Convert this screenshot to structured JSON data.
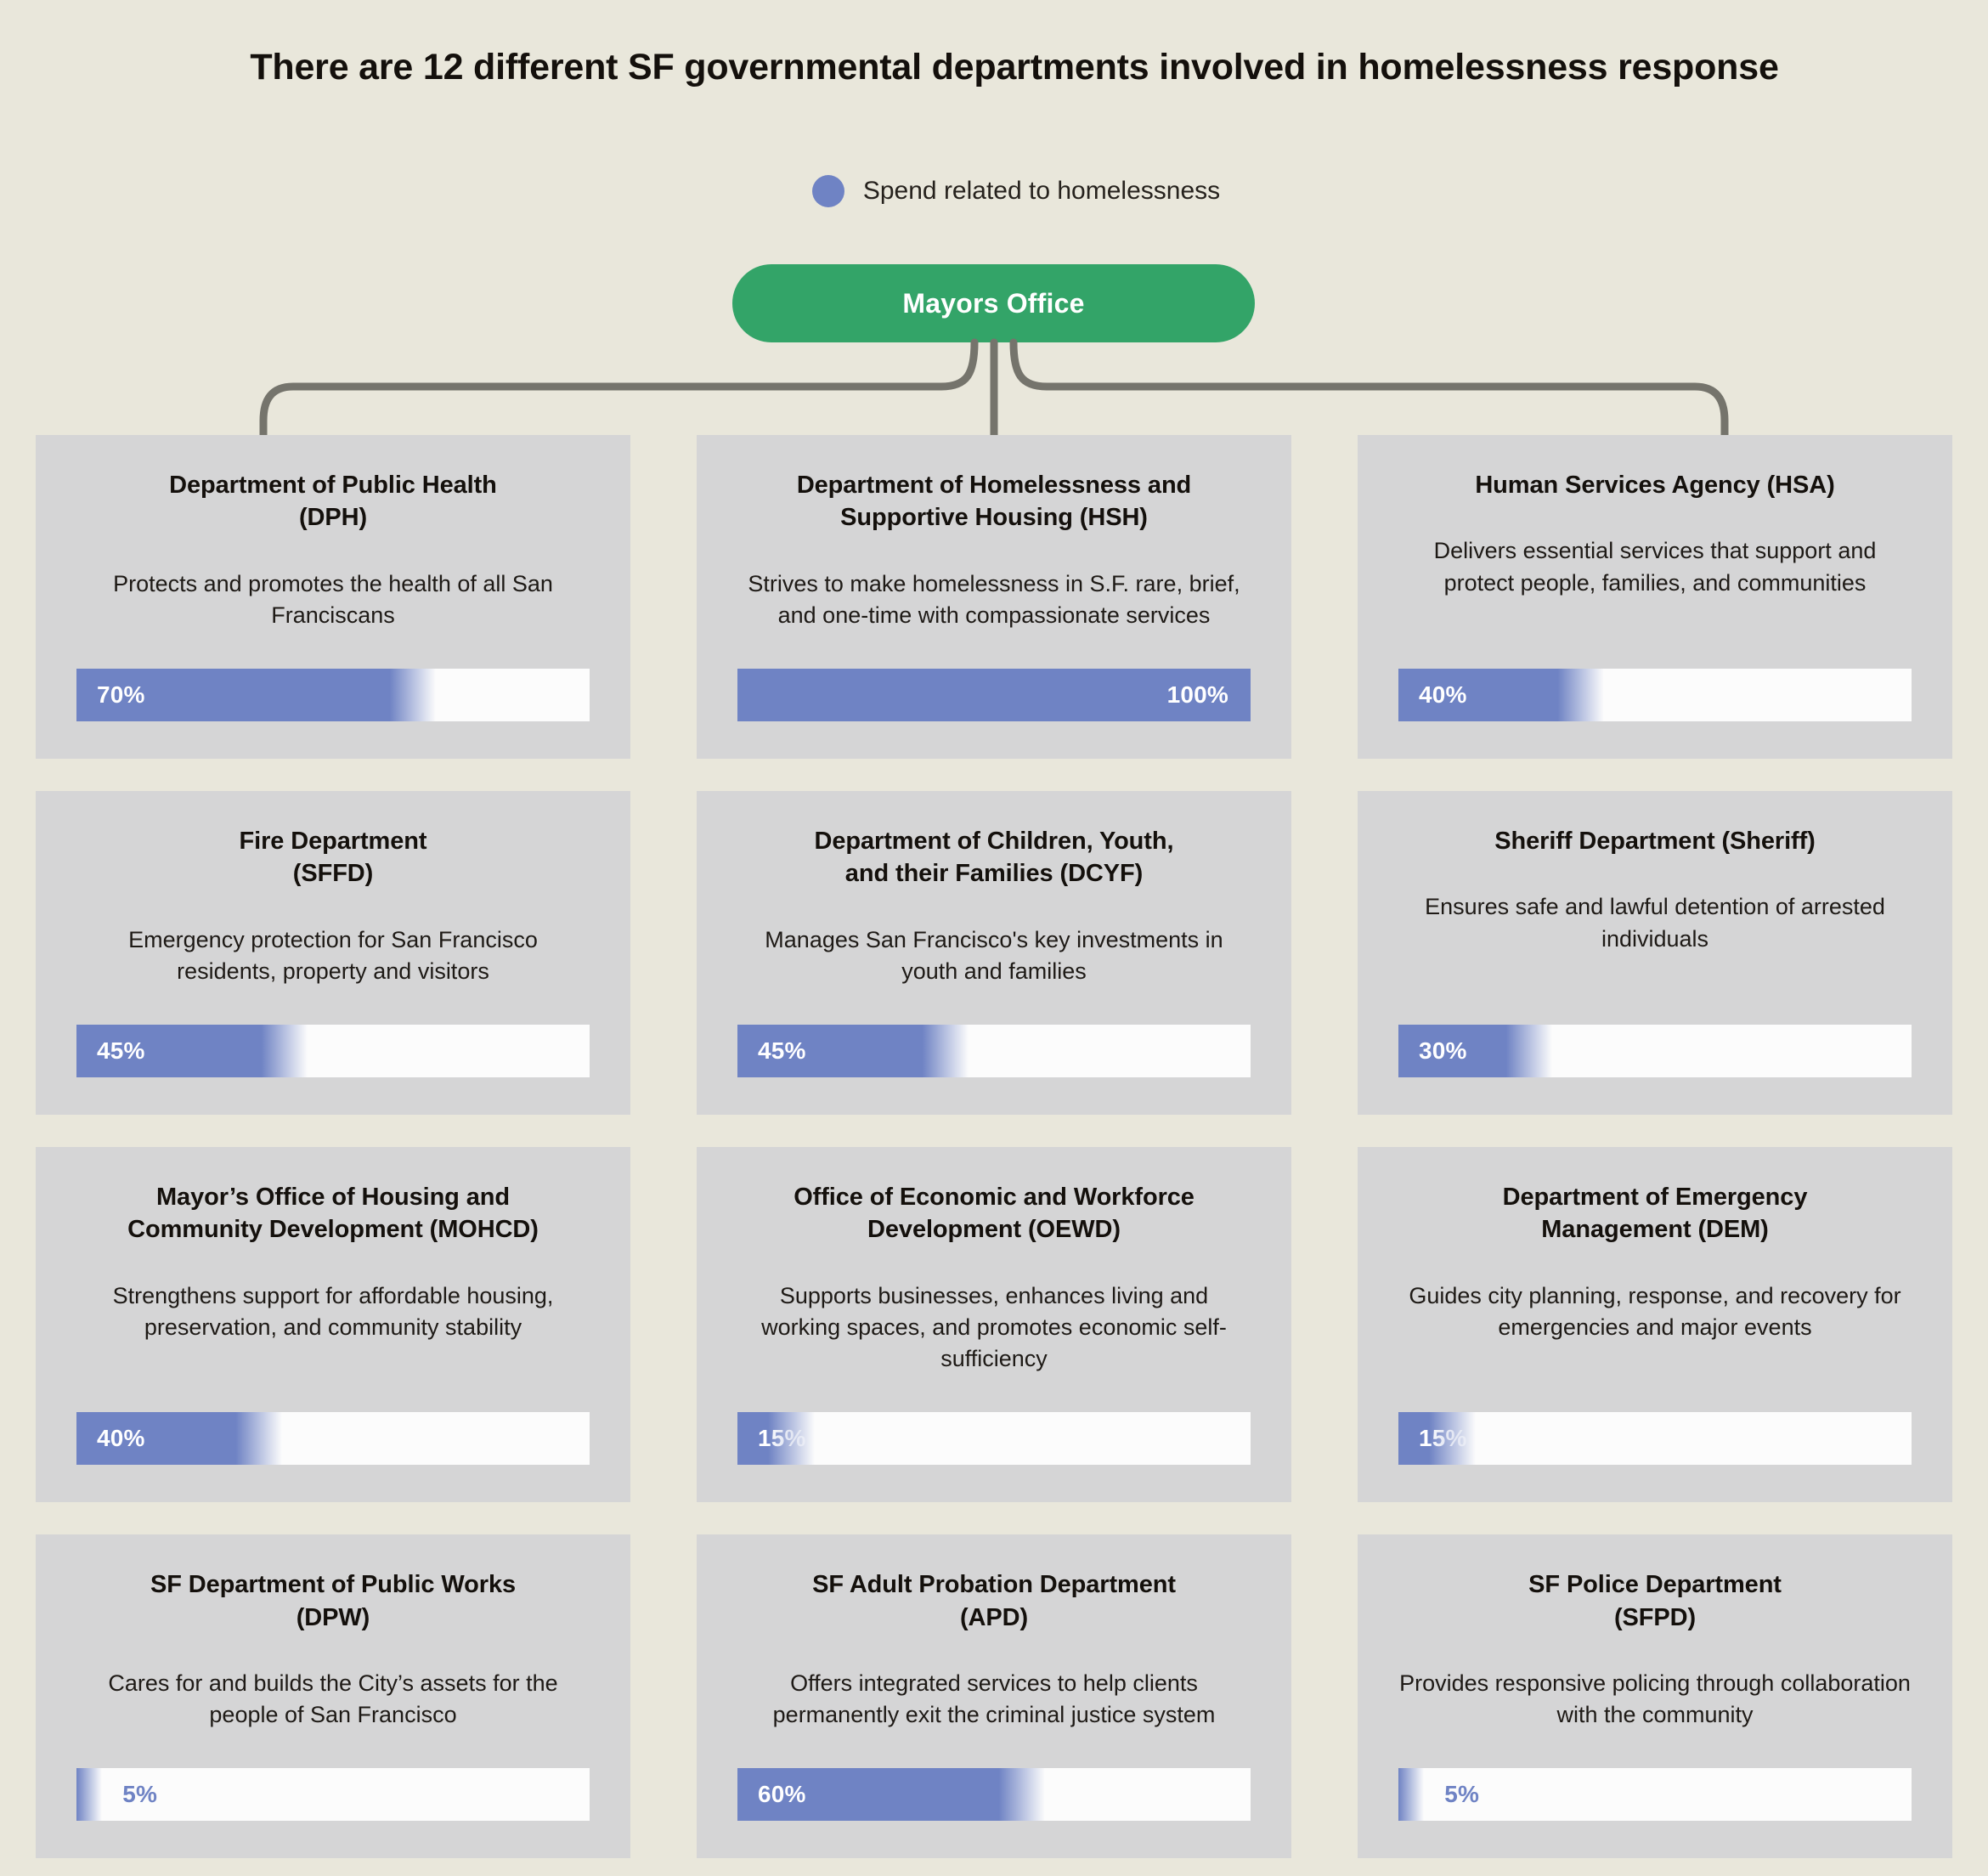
{
  "page": {
    "title": "There are 12 different SF governmental departments involved in homelessness response",
    "background_color": "#e9e7db"
  },
  "legend": {
    "dot_color": "#6f83c4",
    "label": "Spend related to homelessness",
    "icon": "legend-dot-icon"
  },
  "root_node": {
    "label": "Mayors Office",
    "color": "#33a468",
    "text_color": "#ffffff"
  },
  "colors": {
    "bar_fill": "#6f83c4",
    "bar_track": "#fcfcfc",
    "card_bg": "#d5d5d6",
    "connector": "#75746c",
    "text": "#14100c"
  },
  "chart_data": {
    "type": "bar",
    "title": "There are 12 different SF governmental departments involved in homelessness response",
    "series_name": "Spend related to homelessness",
    "unit": "%",
    "xlim": [
      0,
      100
    ],
    "categories": [
      "Department of Public Health (DPH)",
      "Department of Homelessness and Supportive Housing (HSH)",
      "Human Services Agency (HSA)",
      "Fire Department (SFFD)",
      "Department of Children, Youth, and their Families (DCYF)",
      "Sheriff Department (Sheriff)",
      "Mayor’s Office of Housing and Community Development (MOHCD)",
      "Office of Economic and Workforce Development (OEWD)",
      "Department of Emergency Management (DEM)",
      "SF Department of Public Works (DPW)",
      "SF Adult Probation Department (APD)",
      "SF Police Department (SFPD)"
    ],
    "values": [
      70,
      100,
      40,
      45,
      45,
      30,
      40,
      15,
      15,
      5,
      60,
      5
    ]
  },
  "cards": [
    {
      "title_line1": "Department of Public Health",
      "title_line2": "(DPH)",
      "description": "Protects and promotes the health of all San Franciscans",
      "value": 70,
      "value_label": "70%"
    },
    {
      "title_line1": "Department of Homelessness and",
      "title_line2": "Supportive Housing (HSH)",
      "description": "Strives to make homelessness in S.F. rare, brief, and one-time with compassionate services",
      "value": 100,
      "value_label": "100%"
    },
    {
      "title_line1": "Human Services Agency (HSA)",
      "title_line2": "",
      "description": "Delivers essential services that support and protect people, families, and communities",
      "value": 40,
      "value_label": "40%"
    },
    {
      "title_line1": "Fire Department",
      "title_line2": "(SFFD)",
      "description": "Emergency protection for San Francisco residents, property and visitors",
      "value": 45,
      "value_label": "45%"
    },
    {
      "title_line1": "Department of Children, Youth,",
      "title_line2": "and their Families (DCYF)",
      "description": "Manages San Francisco's key investments in youth and families",
      "value": 45,
      "value_label": "45%"
    },
    {
      "title_line1": "Sheriff Department (Sheriff)",
      "title_line2": "",
      "description": "Ensures safe and lawful detention of arrested individuals",
      "value": 30,
      "value_label": "30%"
    },
    {
      "title_line1": "Mayor’s Office of Housing and",
      "title_line2": "Community Development (MOHCD)",
      "description": "Strengthens support for affordable housing, preservation, and community stability",
      "value": 40,
      "value_label": "40%"
    },
    {
      "title_line1": "Office of Economic and Workforce",
      "title_line2": "Development (OEWD)",
      "description": "Supports businesses, enhances living and working spaces, and promotes economic self-sufficiency",
      "value": 15,
      "value_label": "15%"
    },
    {
      "title_line1": "Department of Emergency",
      "title_line2": "Management (DEM)",
      "description": "Guides city planning, response, and recovery for emergencies and major events",
      "value": 15,
      "value_label": "15%"
    },
    {
      "title_line1": "SF Department of Public Works",
      "title_line2": "(DPW)",
      "description": "Cares for and builds the City’s assets for the people of San Francisco",
      "value": 5,
      "value_label": "5%"
    },
    {
      "title_line1": "SF Adult Probation Department",
      "title_line2": "(APD)",
      "description": "Offers integrated services to help clients permanently exit the criminal justice system",
      "value": 60,
      "value_label": "60%"
    },
    {
      "title_line1": "SF Police Department",
      "title_line2": "(SFPD)",
      "description": "Provides responsive policing through collaboration with the community",
      "value": 5,
      "value_label": "5%"
    }
  ]
}
